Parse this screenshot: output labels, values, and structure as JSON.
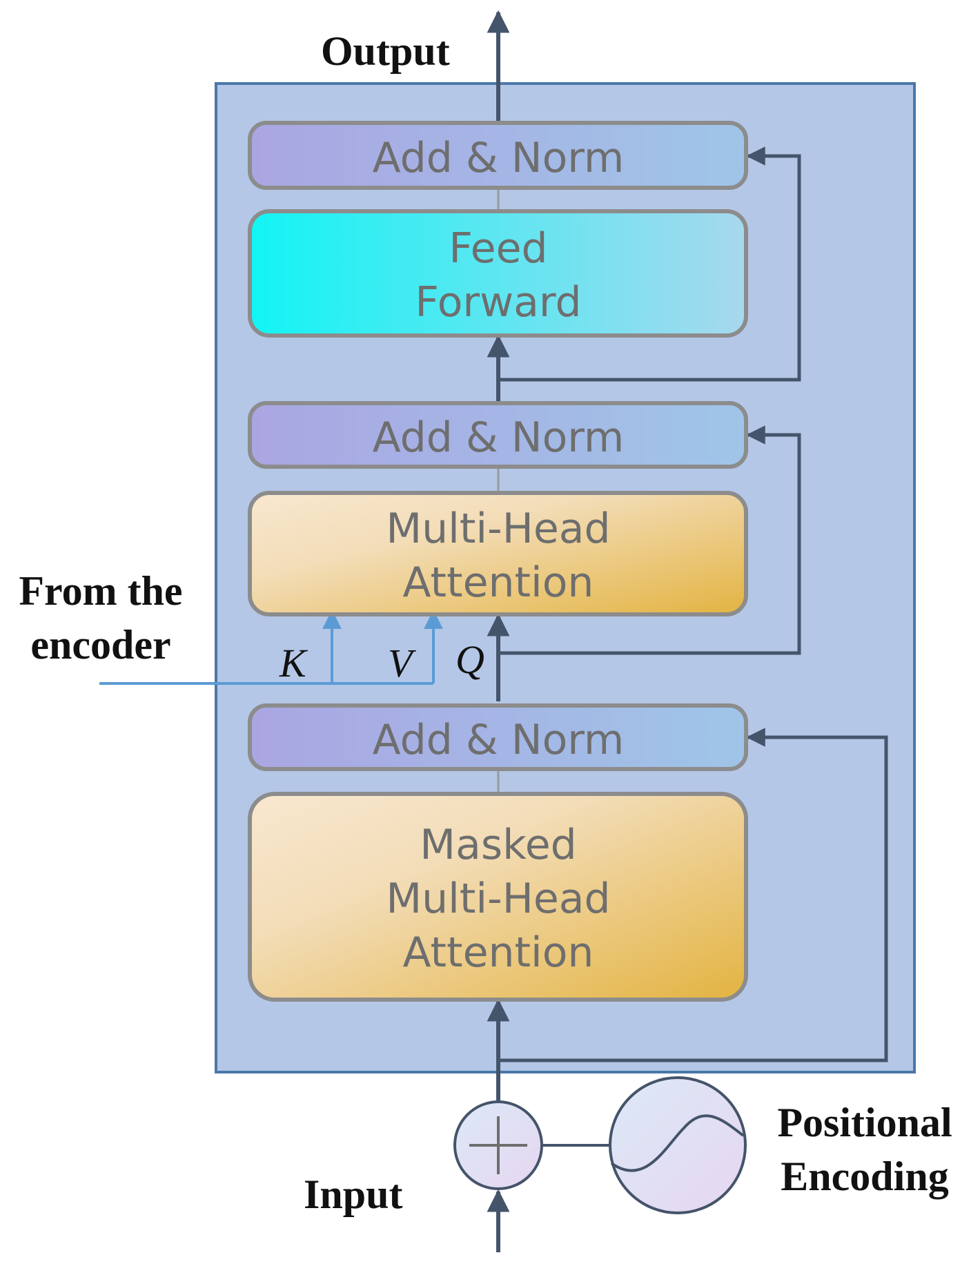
{
  "labels": {
    "output": "Output",
    "input": "Input",
    "from_encoder": [
      "From the",
      "encoder"
    ],
    "positional_encoding": [
      "Positional",
      "Encoding"
    ],
    "k": "K",
    "v": "V",
    "q": "Q"
  },
  "blocks": {
    "add_norm_top": [
      "Add & Norm"
    ],
    "feed_forward": [
      "Feed",
      "Forward"
    ],
    "add_norm_mid": [
      "Add & Norm"
    ],
    "multi_head_attention": [
      "Multi-Head",
      "Attention"
    ],
    "add_norm_bottom": [
      "Add & Norm"
    ],
    "masked_multi_head_attention": [
      "Masked",
      "Multi-Head",
      "Attention"
    ]
  },
  "colors": {
    "container_fill": "#b4c7e7",
    "container_stroke": "#4a78a8",
    "arrow": "#44546a",
    "encoder_arrow": "#5b9bd5",
    "block_stroke": "#8c8c8c",
    "add_norm_gradient": [
      "#aaa6e2",
      "#9fc5e8"
    ],
    "feed_forward_gradient": [
      "#12f4f4",
      "#a8d8ee"
    ],
    "attention_gradient": [
      "#f8e8d0",
      "#e3b341"
    ],
    "circle_gradient": [
      "#dce9f7",
      "#e6d6f0"
    ]
  }
}
